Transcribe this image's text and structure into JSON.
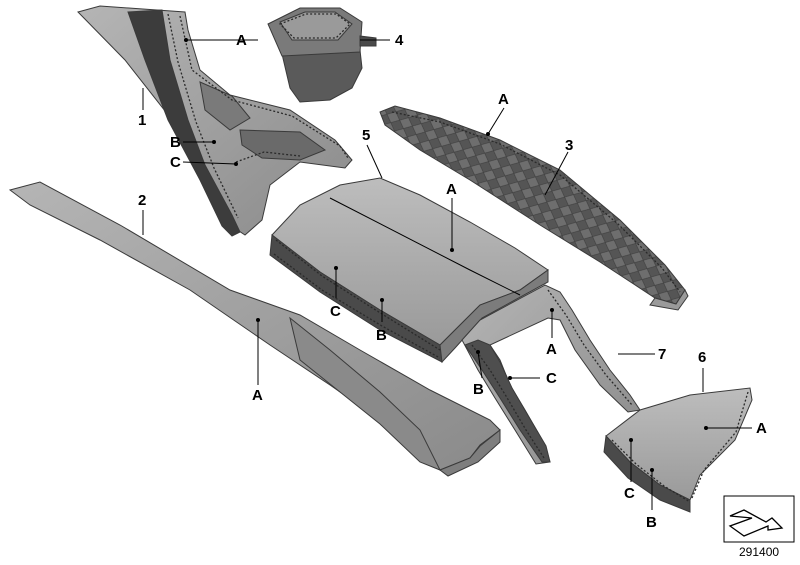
{
  "diagram": {
    "parts": [
      {
        "number": "1"
      },
      {
        "number": "2"
      },
      {
        "number": "3"
      },
      {
        "number": "4"
      },
      {
        "number": "5"
      },
      {
        "number": "6"
      },
      {
        "number": "7"
      }
    ],
    "labels": {
      "p4_A": "A",
      "p1_B": "B",
      "p1_C": "C",
      "p3_A": "A",
      "p5_A": "A",
      "p5_C": "C",
      "p5_B": "B",
      "p2_A": "A",
      "p7_A": "A",
      "p7_B": "B",
      "p7_C": "C",
      "p6_A": "A",
      "p6_C": "C",
      "p6_B": "B"
    },
    "reference_number": "291400",
    "colors": {
      "leather_light": "#a3a3a3",
      "leather_mid": "#8c8c8c",
      "leather_dark": "#5a5a5a",
      "inner_dark": "#3c3c3c"
    }
  }
}
